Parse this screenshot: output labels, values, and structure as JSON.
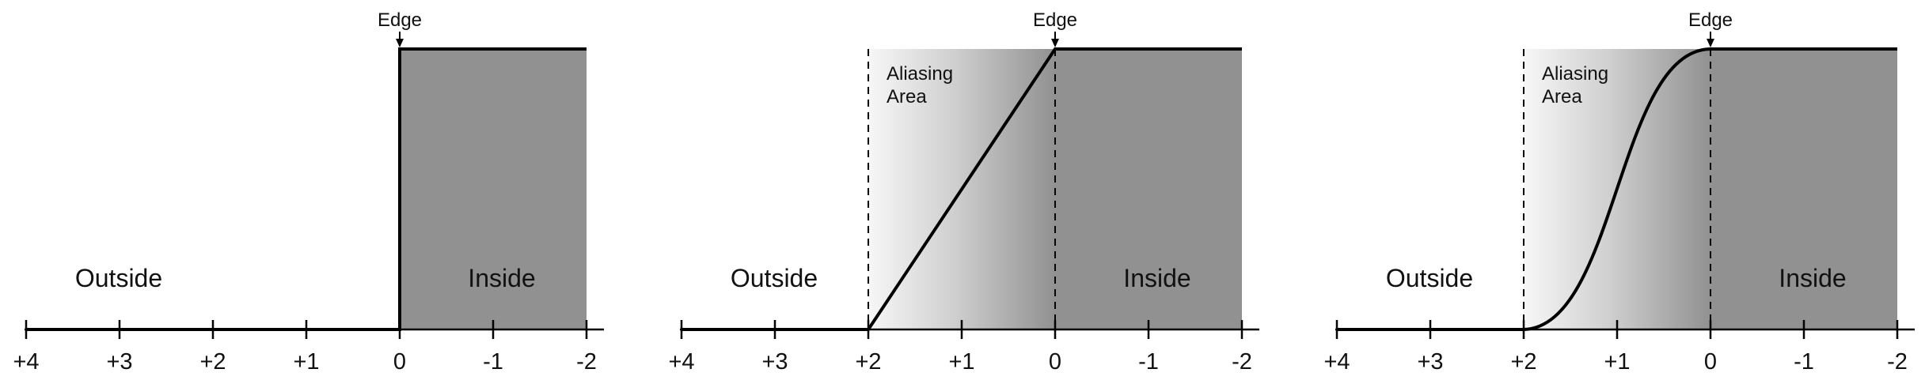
{
  "colors": {
    "inside_fill": "#919191",
    "gradient_start": "#f7f7f7",
    "gradient_end": "#919191",
    "line": "#000000"
  },
  "panels": [
    {
      "id": "hard-edge",
      "edge_label": "Edge",
      "outside_label": "Outside",
      "inside_label": "Inside",
      "aliasing_label": [],
      "tick_labels": [
        "+4",
        "+3",
        "+2",
        "+1",
        "0",
        "-1",
        "-2"
      ],
      "profile": "step"
    },
    {
      "id": "linear-ramp",
      "edge_label": "Edge",
      "outside_label": "Outside",
      "inside_label": "Inside",
      "aliasing_label": [
        "Aliasing",
        "Area"
      ],
      "tick_labels": [
        "+4",
        "+3",
        "+2",
        "+1",
        "0",
        "-1",
        "-2"
      ],
      "profile": "linear"
    },
    {
      "id": "smooth-ramp",
      "edge_label": "Edge",
      "outside_label": "Outside",
      "inside_label": "Inside",
      "aliasing_label": [
        "Aliasing",
        "Area"
      ],
      "tick_labels": [
        "+4",
        "+3",
        "+2",
        "+1",
        "0",
        "-1",
        "-2"
      ],
      "profile": "smooth"
    }
  ]
}
